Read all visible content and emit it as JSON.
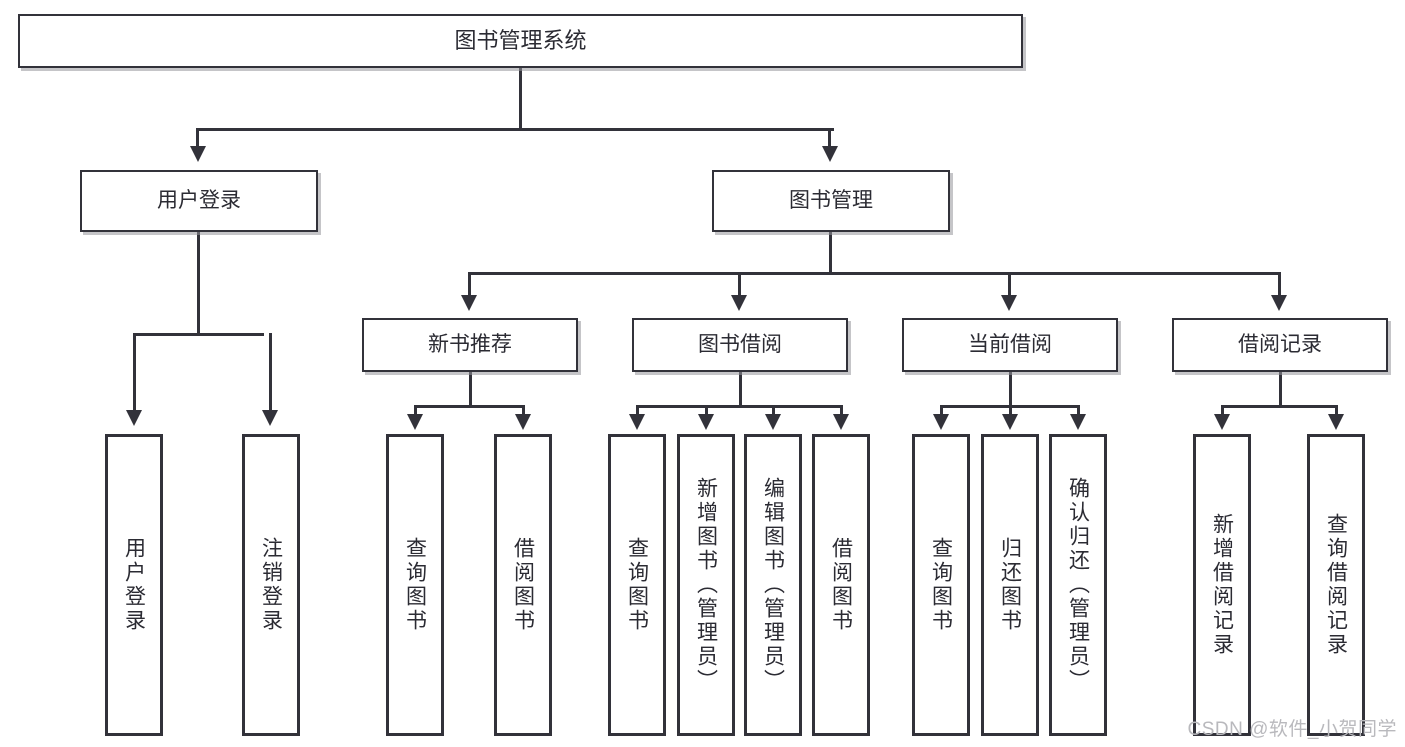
{
  "diagram": {
    "title": "图书管理系统",
    "type": "hierarchy-tree",
    "root": {
      "label": "图书管理系统"
    },
    "level1": [
      {
        "label": "用户登录"
      },
      {
        "label": "图书管理"
      }
    ],
    "level2": [
      {
        "label": "新书推荐"
      },
      {
        "label": "图书借阅"
      },
      {
        "label": "当前借阅"
      },
      {
        "label": "借阅记录"
      }
    ],
    "leaves": {
      "user_login": [
        {
          "label": "用户登录"
        },
        {
          "label": "注销登录"
        }
      ],
      "new_book_recommend": [
        {
          "label": "查询图书"
        },
        {
          "label": "借阅图书"
        }
      ],
      "book_borrow": [
        {
          "label": "查询图书"
        },
        {
          "label": "新增图书（管理员）"
        },
        {
          "label": "编辑图书（管理员）"
        },
        {
          "label": "借阅图书"
        }
      ],
      "current_borrow": [
        {
          "label": "查询图书"
        },
        {
          "label": "归还图书"
        },
        {
          "label": "确认归还（管理员）"
        }
      ],
      "borrow_record": [
        {
          "label": "新增借阅记录"
        },
        {
          "label": "查询借阅记录"
        }
      ]
    }
  },
  "watermark": {
    "text": "CSDN @软件_小贺同学"
  },
  "colors": {
    "stroke": "#32323a",
    "text": "#2b2b33",
    "background": "#ffffff",
    "watermark": "#b9b9bd"
  }
}
